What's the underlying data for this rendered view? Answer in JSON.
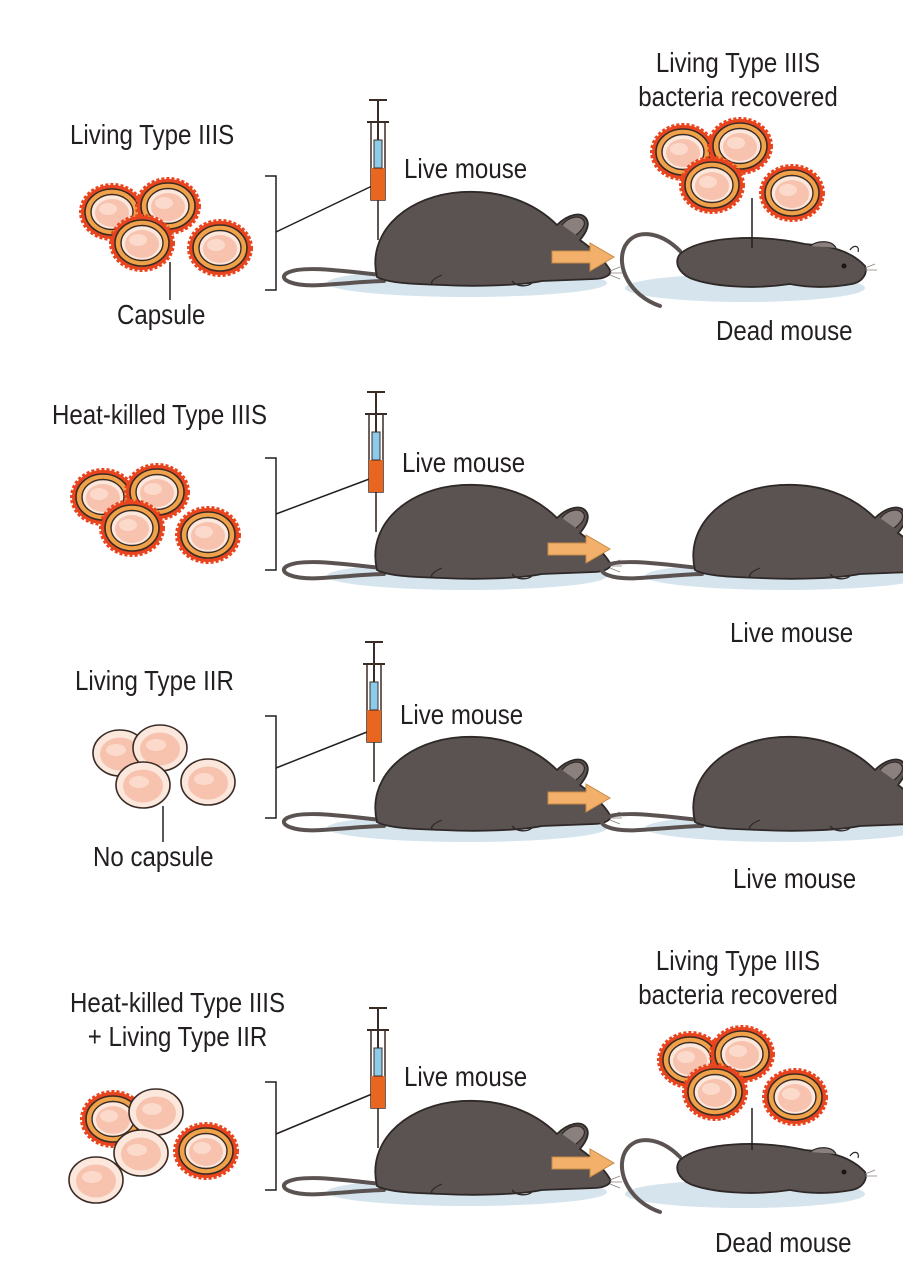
{
  "colors": {
    "capsule_halo": "#e8451f",
    "capsule_ring": "#f0a24a",
    "cell_fill": "#f7c2ae",
    "mouse_body": "#5b5351",
    "mouse_shadow": "#d6e4ee",
    "arrow_fill": "#f3b06a",
    "syringe_fluid": "#e8661f",
    "syringe_plunger": "#8ecbea"
  },
  "panels": [
    {
      "id": "living-type-iiis",
      "bacteria_label": "Living Type IIIS",
      "pointer_label": "Capsule",
      "injection_label": "Live mouse",
      "result_top_label_1": "Living Type IIIS",
      "result_top_label_2": "bacteria recovered",
      "result_label": "Dead mouse"
    },
    {
      "id": "heat-killed-type-iiis",
      "bacteria_label": "Heat-killed Type IIIS",
      "injection_label": "Live mouse",
      "result_label": "Live mouse"
    },
    {
      "id": "living-type-iir",
      "bacteria_label": "Living Type IIR",
      "pointer_label": "No capsule",
      "injection_label": "Live mouse",
      "result_label": "Live mouse"
    },
    {
      "id": "heat-killed-plus-living",
      "bacteria_label_1": "Heat-killed Type IIIS",
      "bacteria_label_2": "+ Living Type IIR",
      "injection_label": "Live mouse",
      "result_top_label_1": "Living Type IIIS",
      "result_top_label_2": "bacteria recovered",
      "result_label": "Dead mouse"
    }
  ]
}
